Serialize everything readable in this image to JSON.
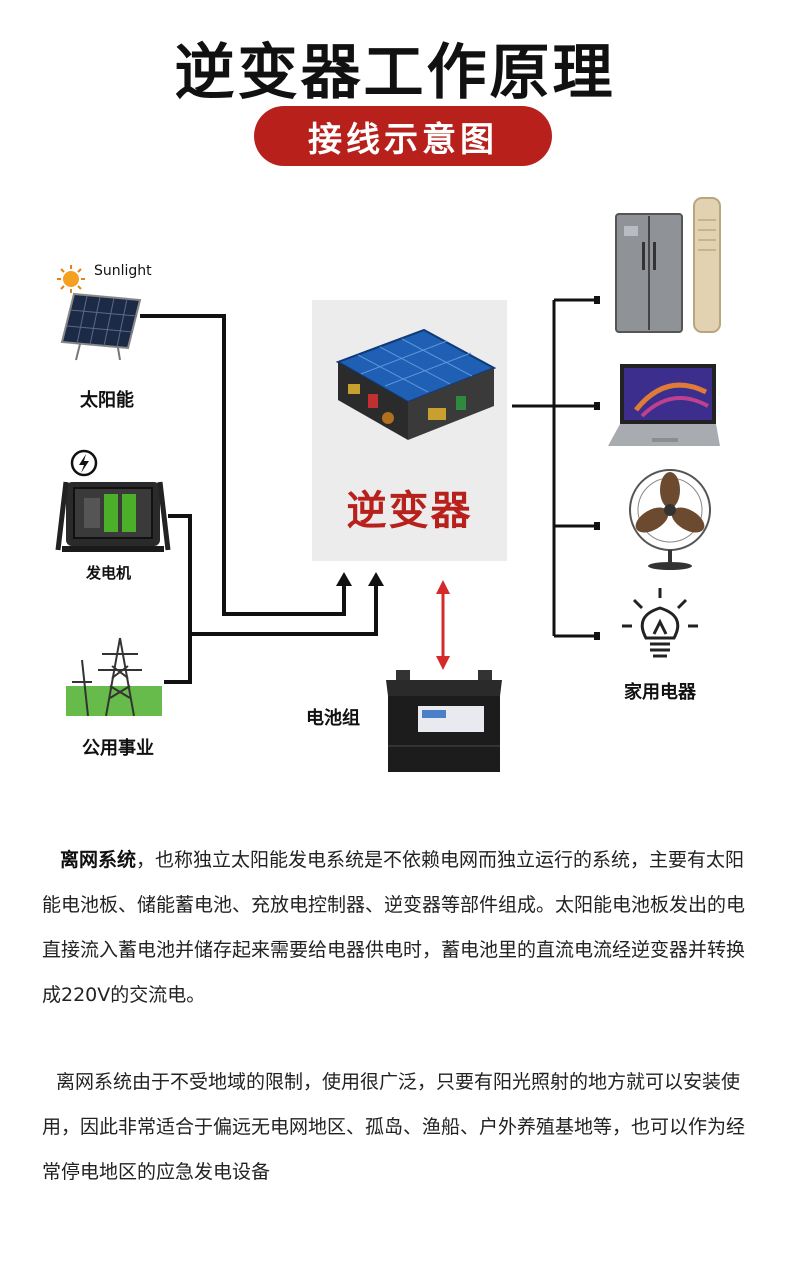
{
  "header": {
    "title": "逆变器工作原理",
    "subtitle": "接线示意图"
  },
  "sources": {
    "sunlight_label": "Sunlight",
    "solar_label": "太阳能",
    "generator_label": "发电机",
    "utility_label": "公用事业"
  },
  "center": {
    "inverter_label": "逆变器",
    "battery_label": "电池组"
  },
  "outputs": {
    "appliances_label": "家用电器"
  },
  "text": {
    "para1_bold": "离网系统",
    "para1_rest": "，也称独立太阳能发电系统是不依赖电网而独立运行的系统，主要有太阳能电池板、储能蓄电池、充放电控制器、逆变器等部件组成。太阳能电池板发出的电直接流入蓄电池并储存起来需要给电器供电时，蓄电池里的直流电流经逆变器并转换成220V的交流电。",
    "para2": "离网系统由于不受地域的限制，使用很广泛，只要有阳光照射的地方就可以安装使用，因此非常适合于偏远无电网地区、孤岛、渔船、户外养殖基地等，也可以作为经常停电地区的应急发电设备"
  },
  "colors": {
    "accent_red": "#b8201c",
    "wire": "#111111",
    "battery_arrow": "#d42a2a",
    "panel_bg": "#ececec"
  },
  "icons": [
    "sun-icon",
    "solar-panel-icon",
    "lightning-icon",
    "generator-icon",
    "power-tower-icon",
    "inverter-device-icon",
    "battery-icon",
    "refrigerator-icon",
    "air-conditioner-icon",
    "laptop-icon",
    "fan-icon",
    "light-bulb-icon"
  ]
}
